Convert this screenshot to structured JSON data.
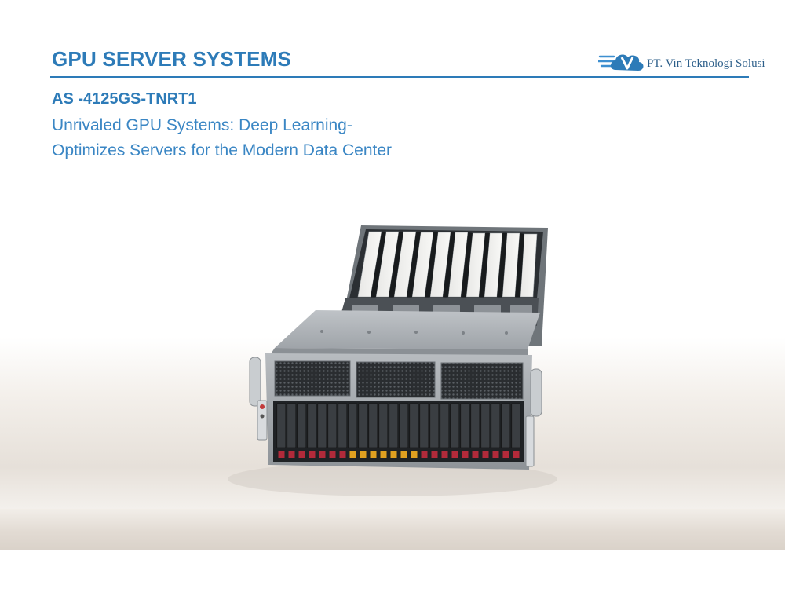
{
  "header": {
    "title": "GPU SERVER SYSTEMS"
  },
  "brand": {
    "logo_icon": "cloud-v-logo-icon",
    "company_name": "PT. Vin Teknologi Solusi"
  },
  "product": {
    "model": "AS -4125GS-TNRT1",
    "tagline_line1": "Unrivaled GPU Systems: Deep Learning-",
    "tagline_line2": "Optimizes Servers for the Modern Data Center"
  },
  "image": {
    "icon": "gpu-server-chassis-image",
    "gpu_card_count": 10,
    "drive_bay_count": 24,
    "highlighted_drive_bays": 7
  },
  "colors": {
    "brand_blue": "#2d7bb8",
    "drive_tab_red": "#b22a3a",
    "drive_tab_orange": "#e0a020"
  }
}
